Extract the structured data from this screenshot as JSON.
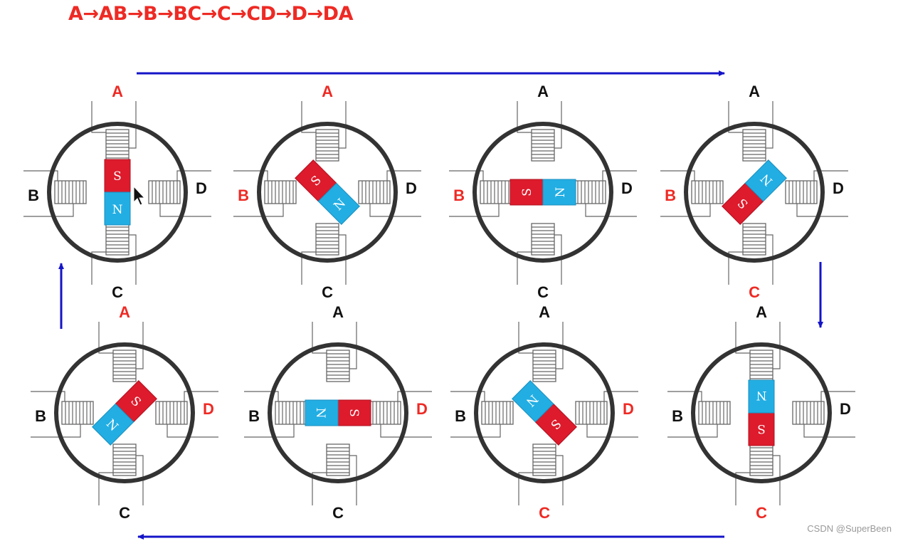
{
  "sequence": "A→AB→B→BC→C→CD→D→DA",
  "watermark": "CSDN @SuperBeen",
  "colors": {
    "active": "#ee2a24",
    "inactive": "#111111",
    "arrow": "#1414c8",
    "magnet_s": "#dd1b2c",
    "magnet_n": "#22aee3",
    "ring": "#333333",
    "coil": "#666666"
  },
  "stages": [
    {
      "step": "A",
      "active": [
        "A"
      ],
      "magnet_angle": 0,
      "labels": {
        "A": "A",
        "B": "B",
        "C": "C",
        "D": "D"
      },
      "pole_top": "S",
      "pole_bottom": "N"
    },
    {
      "step": "AB",
      "active": [
        "A",
        "B"
      ],
      "magnet_angle": -45,
      "labels": {
        "A": "A",
        "B": "B",
        "C": "C",
        "D": "D"
      },
      "pole_top": "S",
      "pole_bottom": "N"
    },
    {
      "step": "B",
      "active": [
        "B"
      ],
      "magnet_angle": -90,
      "labels": {
        "A": "A",
        "B": "B",
        "C": "C",
        "D": "D"
      },
      "pole_top": "S",
      "pole_bottom": "N"
    },
    {
      "step": "BC",
      "active": [
        "B",
        "C"
      ],
      "magnet_angle": -135,
      "labels": {
        "A": "A",
        "B": "B",
        "C": "C",
        "D": "D"
      },
      "pole_top": "S",
      "pole_bottom": "N"
    },
    {
      "step": "C",
      "active": [
        "C"
      ],
      "magnet_angle": 180,
      "labels": {
        "A": "A",
        "B": "B",
        "C": "C",
        "D": "D"
      },
      "pole_top": "S",
      "pole_bottom": "N"
    },
    {
      "step": "CD",
      "active": [
        "C",
        "D"
      ],
      "magnet_angle": 135,
      "labels": {
        "A": "A",
        "B": "B",
        "C": "C",
        "D": "D"
      },
      "pole_top": "S",
      "pole_bottom": "N"
    },
    {
      "step": "D",
      "active": [
        "D"
      ],
      "magnet_angle": 90,
      "labels": {
        "A": "A",
        "B": "B",
        "C": "C",
        "D": "D"
      },
      "pole_top": "S",
      "pole_bottom": "N"
    },
    {
      "step": "DA",
      "active": [
        "D",
        "A"
      ],
      "magnet_angle": 45,
      "labels": {
        "A": "A",
        "B": "B",
        "C": "C",
        "D": "D"
      },
      "pole_top": "S",
      "pole_bottom": "N"
    }
  ],
  "flow_arrows": [
    {
      "direction": "right"
    },
    {
      "direction": "down"
    },
    {
      "direction": "left"
    },
    {
      "direction": "up"
    }
  ]
}
